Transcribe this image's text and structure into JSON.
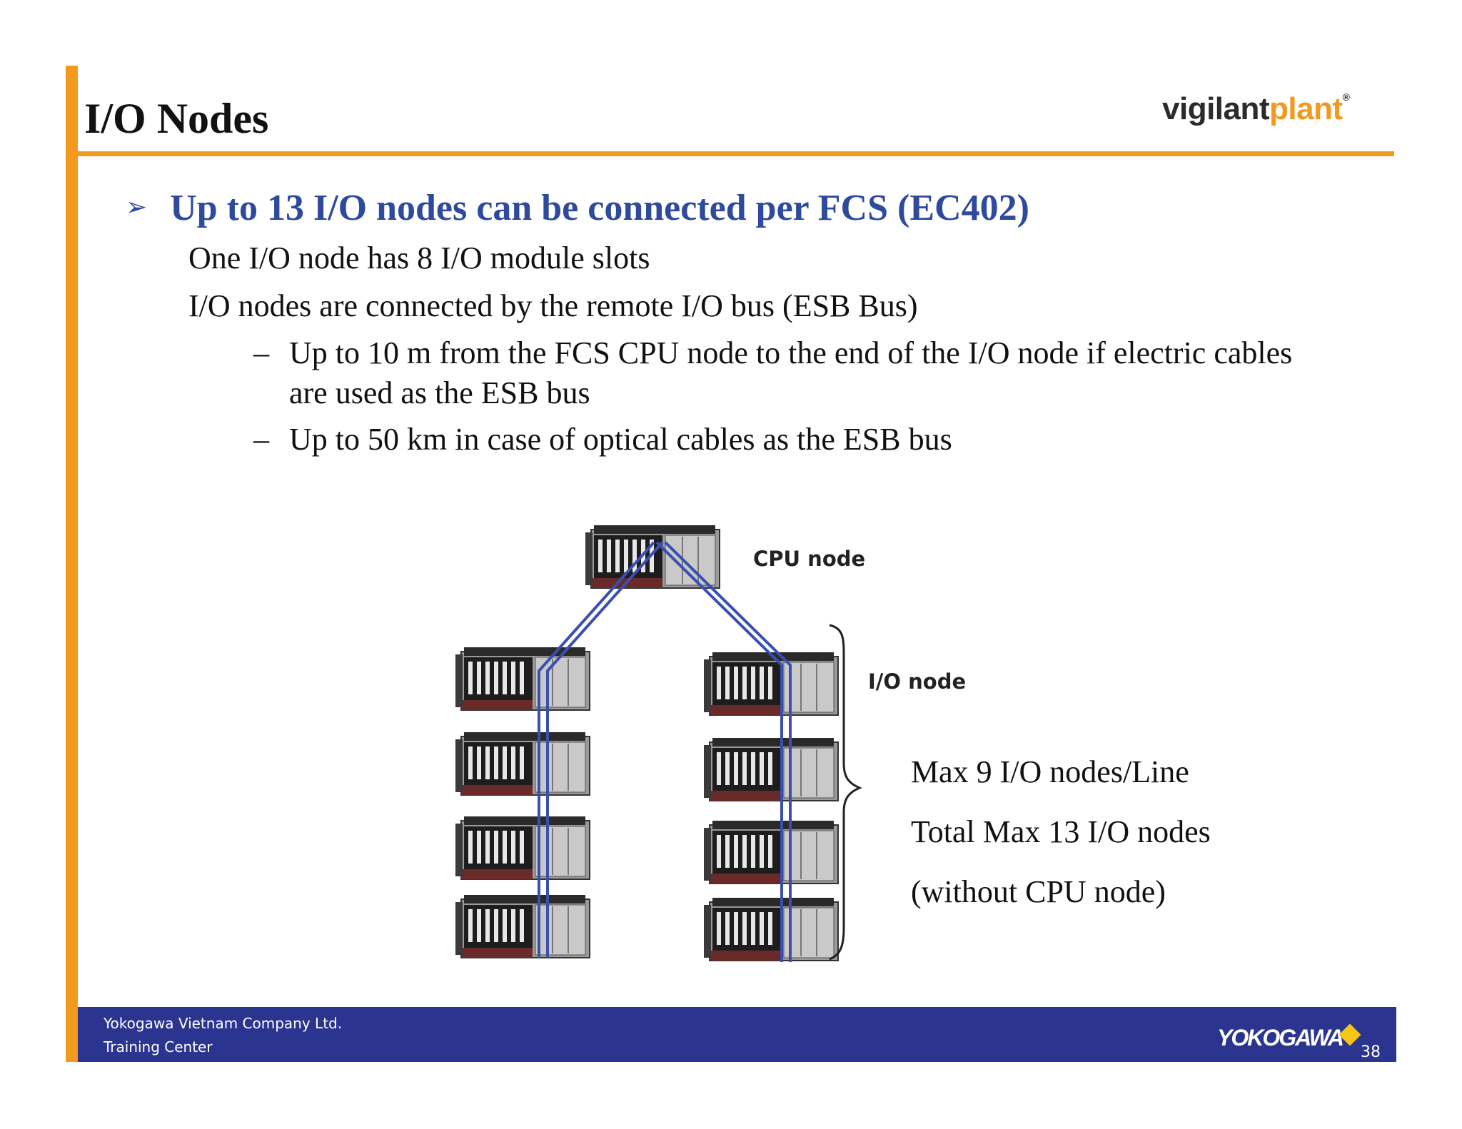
{
  "slide": {
    "title": "I/O Nodes",
    "brand_part1": "vigilant",
    "brand_part2": "plant",
    "brand_mark": "®"
  },
  "bullets": {
    "arrow_icon": "➢",
    "main": "Up to 13 I/O nodes can be connected per FCS (EC402)",
    "sub1": "One I/O node has 8 I/O module slots",
    "sub2": "I/O nodes are connected by the remote I/O bus (ESB Bus)",
    "dash_symbol": "–",
    "dash1": "Up to 10 m from the FCS CPU node to the end of the I/O node if electric cables are used as the ESB bus",
    "dash2": "Up to 50 km in case of optical cables as the ESB bus"
  },
  "diagram": {
    "cpu_label": "CPU node",
    "io_label": "I/O node",
    "note1": "Max 9 I/O nodes/Line",
    "note2": "Total Max 13 I/O nodes",
    "note3": "(without CPU node)"
  },
  "footer": {
    "company": "Yokogawa Vietnam Company Ltd.",
    "center": "Training Center",
    "logo": "YOKOGAWA",
    "page": "38"
  },
  "colors": {
    "accent_orange": "#f39a1e",
    "heading_blue": "#2e4a9e",
    "footer_navy": "#2b3590",
    "cable_blue": "#3a4fb0"
  }
}
